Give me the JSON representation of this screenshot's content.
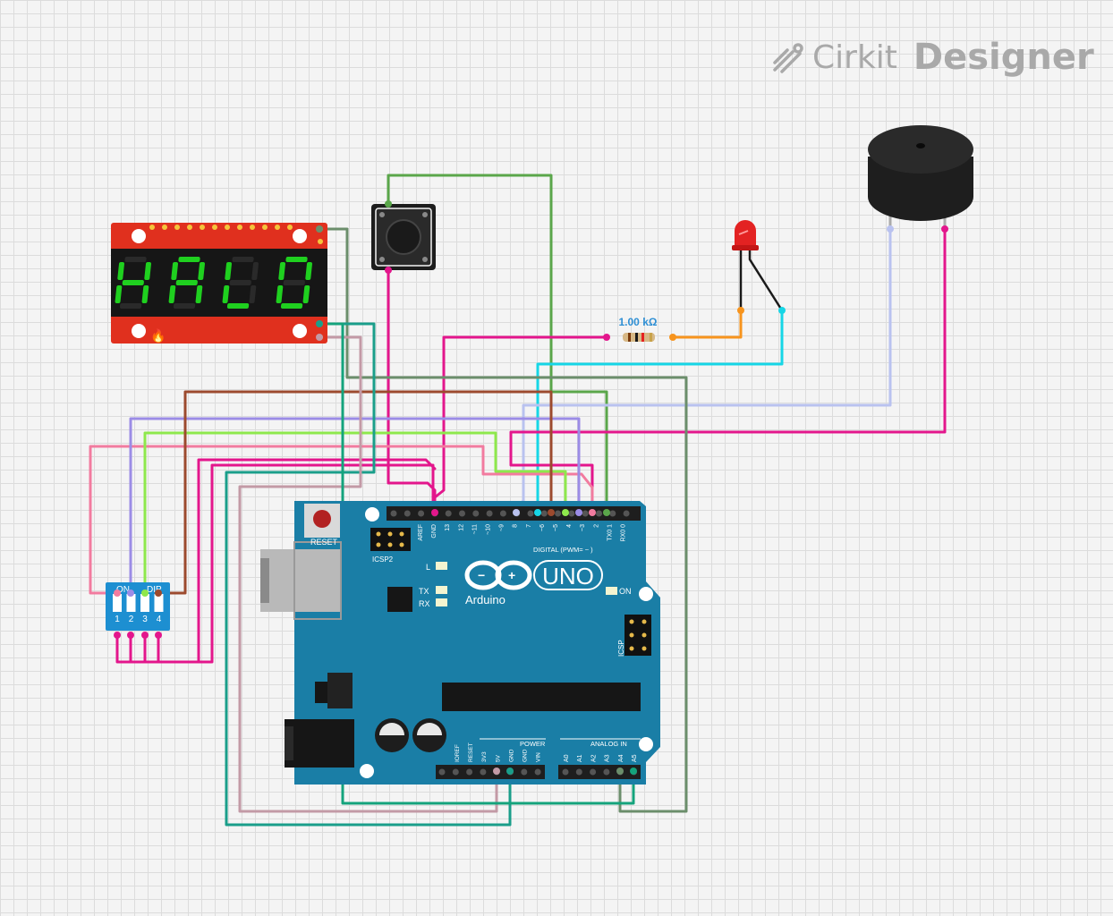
{
  "brand": {
    "name": "Cirkit",
    "product": "Designer",
    "icon": "cirkit-logo-icon"
  },
  "display": {
    "text": "HALO",
    "color": "#1fd01f",
    "board_color": "#e0301e"
  },
  "resistor": {
    "label": "1.00 kΩ"
  },
  "dip_switch": {
    "label_on": "ON",
    "label_dip": "DIP",
    "positions": [
      "1",
      "2",
      "3",
      "4"
    ]
  },
  "arduino": {
    "brand": "Arduino",
    "model": "UNO",
    "reset_label": "RESET",
    "icsp2_label": "ICSP2",
    "icsp_label": "ICSP",
    "digital_label": "DIGITAL (PWM= ~ )",
    "power_label": "POWER",
    "analog_label": "ANALOG IN",
    "led_l": "L",
    "led_tx": "TX",
    "led_rx": "RX",
    "led_on": "ON",
    "digital_pins": [
      "AREF",
      "GND",
      "13",
      "12",
      "~11",
      "~10",
      "~9",
      "8",
      "7",
      "~6",
      "~5",
      "4",
      "~3",
      "2",
      "TX0 1",
      "RX0 0"
    ],
    "power_pins": [
      "IOREF",
      "RESET",
      "3V3",
      "5V",
      "GND",
      "GND",
      "VIN"
    ],
    "analog_pins": [
      "A0",
      "A1",
      "A2",
      "A3",
      "A4",
      "A5"
    ],
    "board_color": "#1a7ea6"
  },
  "components": [
    "7-segment display",
    "pushbutton",
    "LED",
    "resistor",
    "buzzer",
    "DIP switch",
    "Arduino UNO"
  ]
}
